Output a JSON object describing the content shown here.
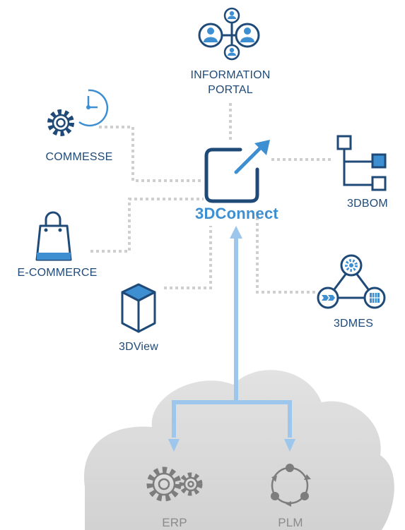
{
  "hub": {
    "label": "3DConnect"
  },
  "modules": {
    "information_portal": "INFORMATION PORTAL",
    "commesse": "COMMESSE",
    "bom": "3DBOM",
    "ecommerce": "E-COMMERCE",
    "mes": "3DMES",
    "view": "3DView"
  },
  "cloud": {
    "erp": "ERP",
    "plm": "PLM"
  },
  "colors": {
    "dark_blue": "#1f4a78",
    "accent_blue": "#3d8fd1",
    "light_blue": "#9cc6ec",
    "connector_gray": "#cfcfcf",
    "cloud_gray": "#d9d9d9",
    "cloud_icon_gray": "#7d7d7d"
  }
}
